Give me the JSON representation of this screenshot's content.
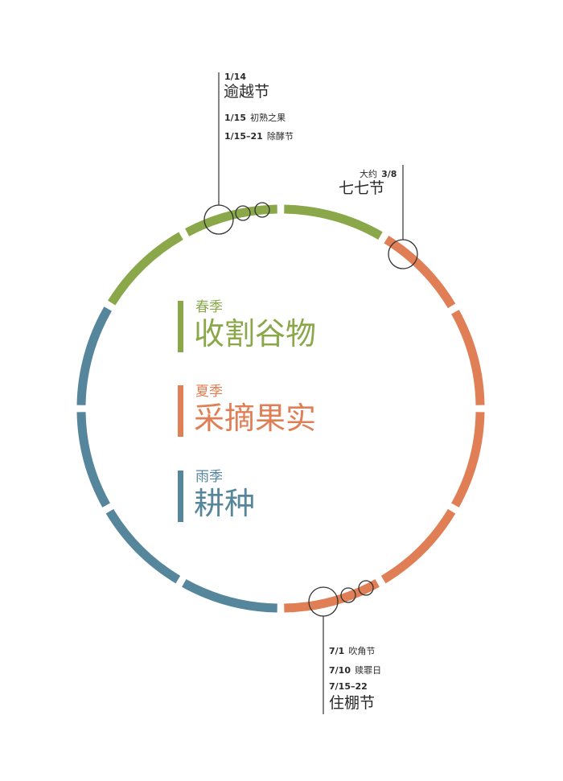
{
  "colors": {
    "spring": "#8aa84a",
    "summer": "#e07f55",
    "rainy": "#55869c",
    "ink": "#333333"
  },
  "legend": [
    {
      "season": "春季",
      "activity": "收割谷物",
      "color": "#8aa84a"
    },
    {
      "season": "夏季",
      "activity": "采摘果实",
      "color": "#e07f55"
    },
    {
      "season": "雨季",
      "activity": "耕种",
      "color": "#55869c"
    }
  ],
  "top_feasts": {
    "passover_date": "1/14",
    "passover_name": "逾越节",
    "firstfruits_date": "1/15",
    "firstfruits_name": "初熟之果",
    "unleavened_date": "1/15–21",
    "unleavened_name": "除酵节"
  },
  "pentecost": {
    "approx": "大约",
    "date": "3/8",
    "name": "七七节"
  },
  "bottom_feasts": {
    "trumpets_date": "7/1",
    "trumpets_name": "吹角节",
    "atonement_date": "7/10",
    "atonement_name": "赎罪日",
    "tabernacles_date": "7/15–22",
    "tabernacles_name": "住棚节"
  }
}
